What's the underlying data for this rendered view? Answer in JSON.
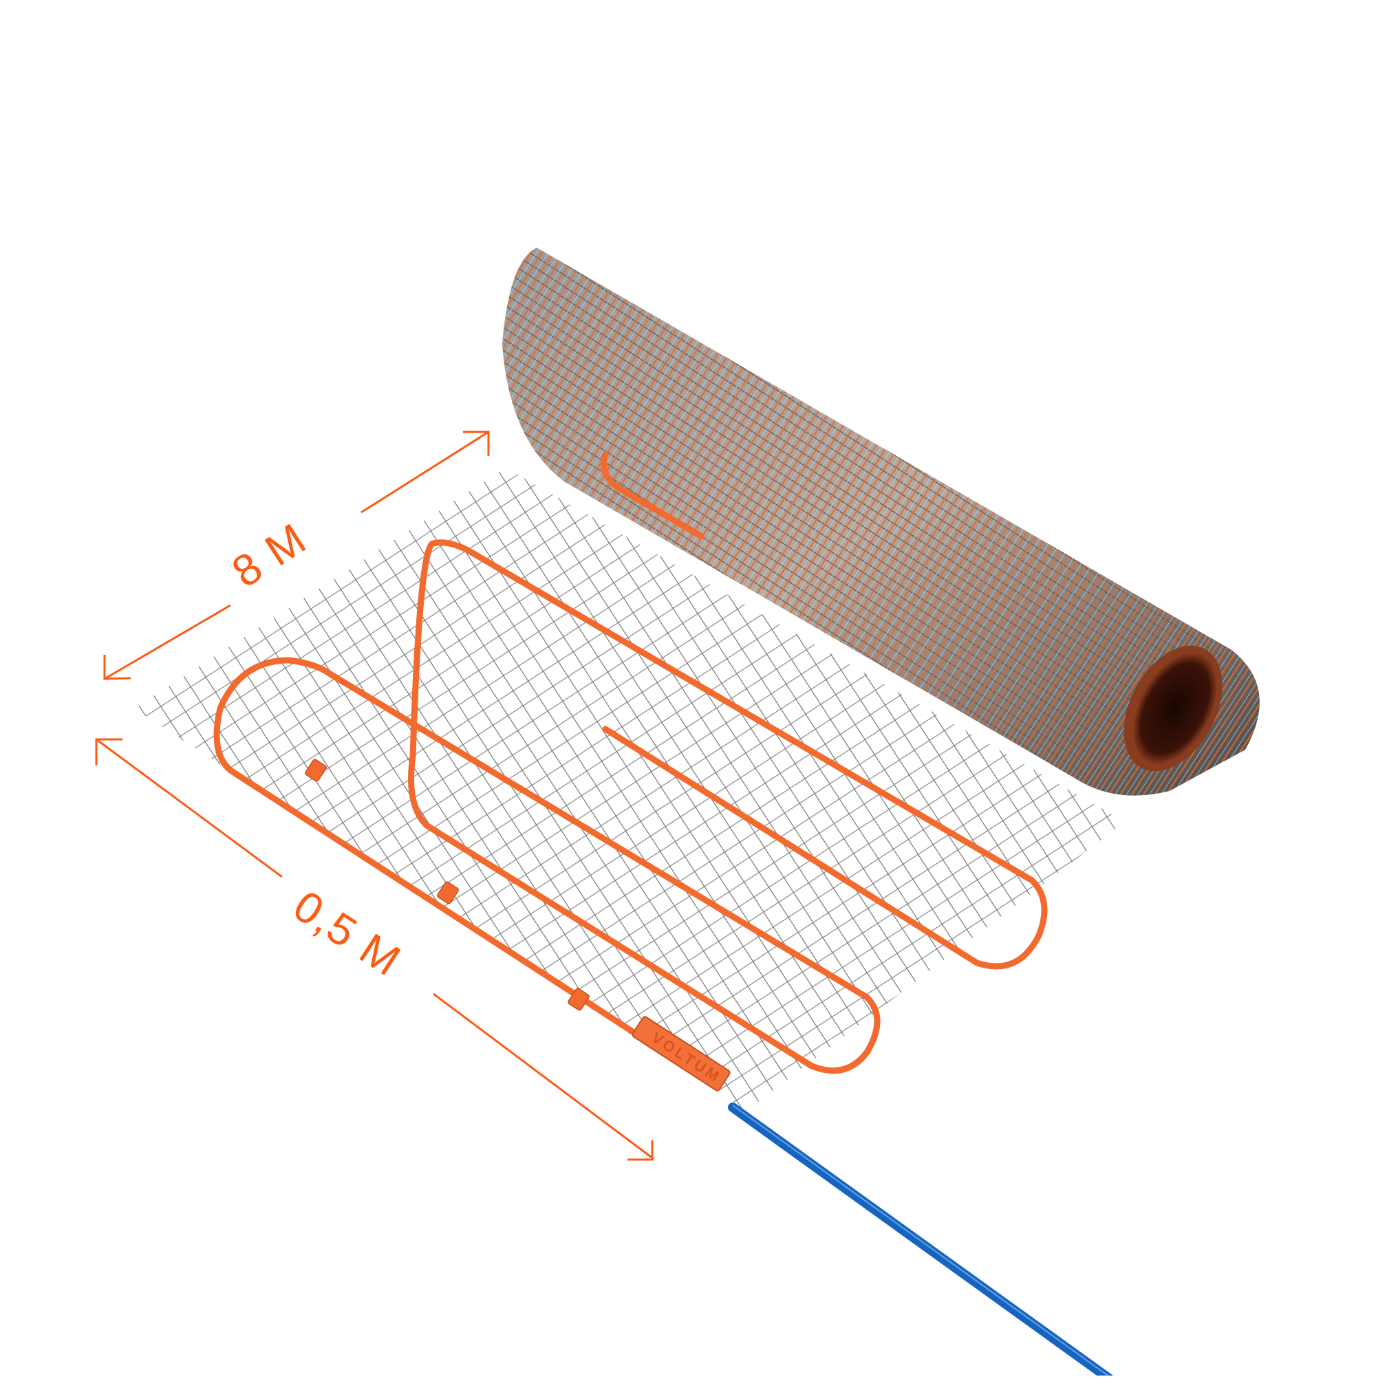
{
  "image": {
    "subject": "heating-mat-roll",
    "description": "Underfloor heating mat: orange heating cable on a grey wire mesh, partially rolled, with a blue power lead",
    "colors": {
      "accent_orange": "#ff5a14",
      "cable_orange": "#f26a2e",
      "mesh_grey": "#8a8a8a",
      "lead_blue": "#1565c0",
      "core_brown": "#5a2414",
      "background": "#ffffff"
    }
  },
  "dimensions": {
    "length_label": "8 М",
    "width_label": "0,5 М"
  },
  "product": {
    "brand_on_coupler": "VOLTUM"
  }
}
